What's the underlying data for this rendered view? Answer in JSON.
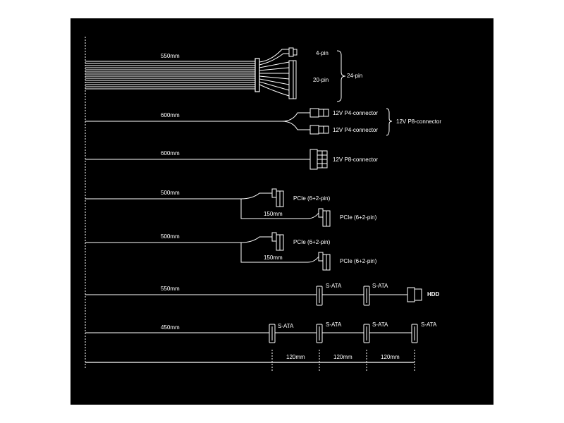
{
  "colors": {
    "background": "#000000",
    "line": "#ffffff",
    "page": "#ffffff"
  },
  "cable_24pin": {
    "length": "550mm",
    "label_4pin": "4-pin",
    "label_20pin": "20-pin",
    "label_24pin": "24-pin"
  },
  "cable_p8_split": {
    "length": "600mm",
    "conn1": "12V P4-connector",
    "conn2": "12V P4-connector",
    "group": "12V P8-connector"
  },
  "cable_p8": {
    "length": "600mm",
    "conn": "12V P8-connector"
  },
  "cable_pcie1": {
    "length": "500mm",
    "branch": "150mm",
    "conn1": "PCIe (6+2-pin)",
    "conn2": "PCIe (6+2-pin)"
  },
  "cable_pcie2": {
    "length": "500mm",
    "branch": "150mm",
    "conn1": "PCIe (6+2-pin)",
    "conn2": "PCIe (6+2-pin)"
  },
  "cable_sata_hdd": {
    "length": "550mm",
    "sata1": "S-ATA",
    "sata2": "S-ATA",
    "hdd": "HDD"
  },
  "cable_sata4": {
    "length": "450mm",
    "sata1": "S-ATA",
    "sata2": "S-ATA",
    "sata3": "S-ATA",
    "sata4": "S-ATA"
  },
  "spacing": {
    "s1": "120mm",
    "s2": "120mm",
    "s3": "120mm"
  }
}
